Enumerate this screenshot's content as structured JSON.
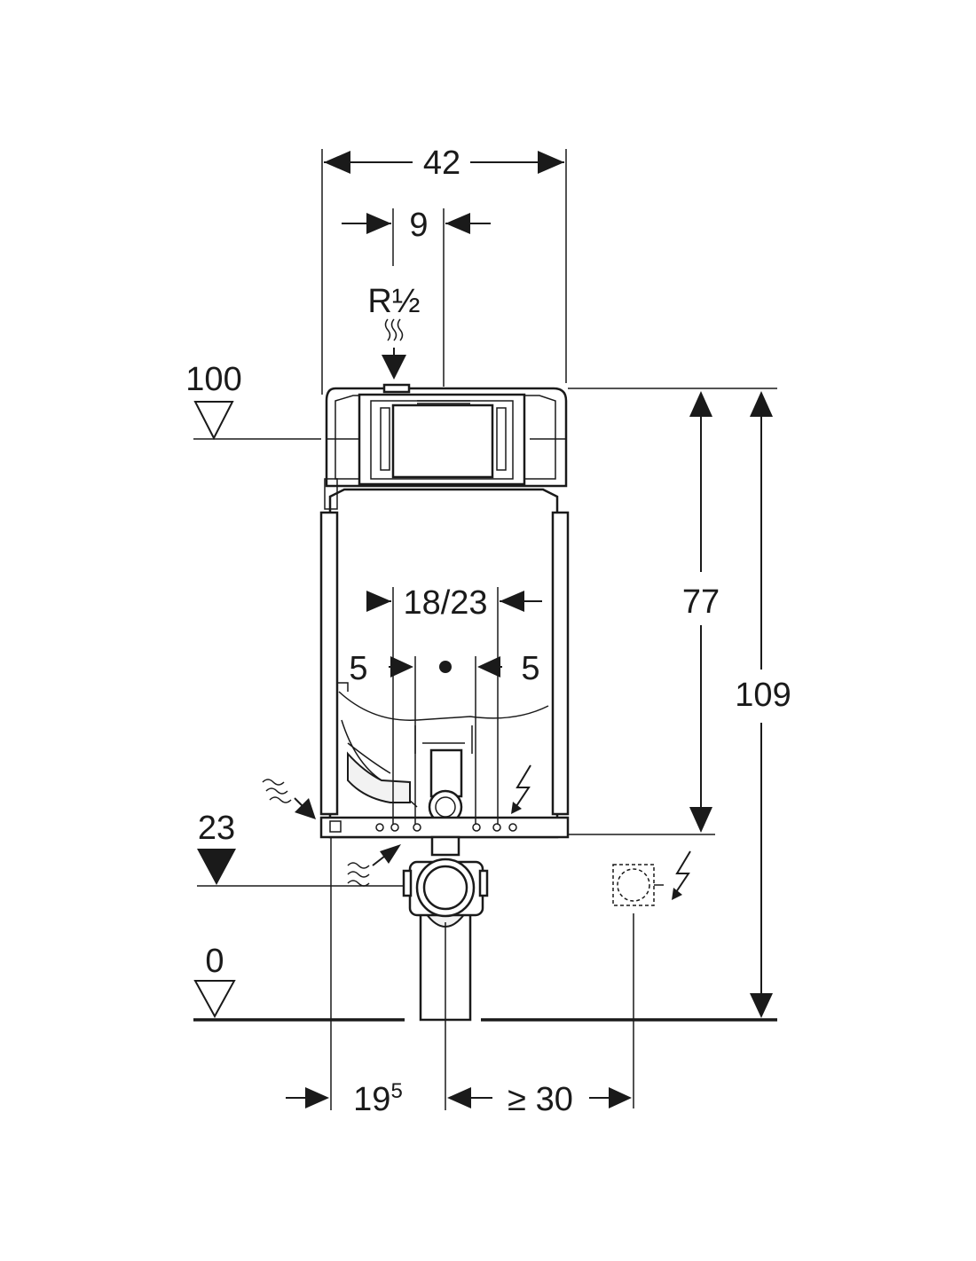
{
  "dimensions": {
    "total_width": "42",
    "flush_offset": "9",
    "connection": "R½",
    "level_top": "100",
    "level_mid": "23",
    "level_floor": "0",
    "drain_spacing": "18/23",
    "bolt_left": "5",
    "bolt_right": "5",
    "height_frame": "77",
    "height_total": "109",
    "depth_base": "19",
    "depth_base_sup": "5",
    "electric_distance": "≥ 30"
  },
  "colors": {
    "line": "#1a1a1a",
    "background": "#ffffff"
  },
  "icons": [
    "water-supply-icon",
    "electric-icon",
    "level-marker-icon",
    "socket-icon"
  ]
}
